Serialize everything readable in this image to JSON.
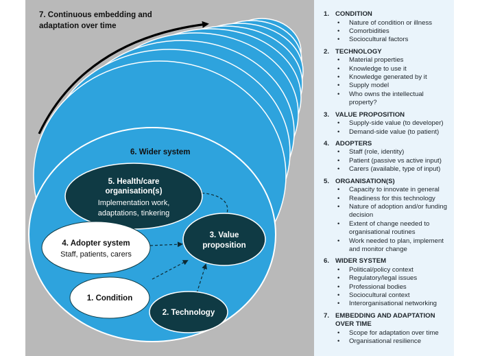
{
  "diagram": {
    "embedding_title": [
      "7. Continuous embedding and",
      "adaptation over time"
    ],
    "wider_system_label": "6. Wider system",
    "health_care": {
      "title": [
        "5. Health/care",
        "organisation(s)"
      ],
      "body": [
        "Implementation work,",
        "adaptations, tinkering"
      ]
    },
    "value_proposition": [
      "3. Value",
      "proposition"
    ],
    "adopter_system": {
      "title": "4. Adopter system",
      "body": "Staff, patients, carers"
    },
    "condition": "1. Condition",
    "technology": "2. Technology",
    "colors": {
      "background": "#b9b9b9",
      "disc_fill": "#2ea3dd",
      "disc_stroke": "#ffffff",
      "dark_ellipse": "#0f3a44",
      "white_ellipse": "#ffffff"
    }
  },
  "framework": [
    {
      "num": "1.",
      "title": [
        "CONDITION"
      ],
      "items": [
        [
          "Nature of condition or illness"
        ],
        [
          "Comorbidities"
        ],
        [
          "Sociocultural factors"
        ]
      ]
    },
    {
      "num": "2.",
      "title": [
        "TECHNOLOGY"
      ],
      "items": [
        [
          "Material properties"
        ],
        [
          "Knowledge to use it"
        ],
        [
          "Knowledge generated by it"
        ],
        [
          "Supply model"
        ],
        [
          "Who owns the intellectual",
          "property?"
        ]
      ]
    },
    {
      "num": "3.",
      "title": [
        "VALUE PROPOSITION"
      ],
      "items": [
        [
          "Supply-side value (to developer)"
        ],
        [
          "Demand-side value (to patient)"
        ]
      ]
    },
    {
      "num": "4.",
      "title": [
        "ADOPTERS"
      ],
      "items": [
        [
          "Staff (role, identity)"
        ],
        [
          "Patient (passive vs active input)"
        ],
        [
          "Carers (available, type of input)"
        ]
      ]
    },
    {
      "num": "5.",
      "title": [
        "ORGANISATION(S)"
      ],
      "items": [
        [
          "Capacity to innovate in general"
        ],
        [
          "Readiness for this technology"
        ],
        [
          "Nature of adoption and/or funding",
          "decision"
        ],
        [
          "Extent of change needed to",
          "organisational routines"
        ],
        [
          "Work needed to plan, implement",
          "and monitor change"
        ]
      ]
    },
    {
      "num": "6.",
      "title": [
        "WIDER SYSTEM"
      ],
      "items": [
        [
          "Political/policy context"
        ],
        [
          "Regulatory/legal issues"
        ],
        [
          "Professional bodies"
        ],
        [
          "Sociocultural context"
        ],
        [
          "Interorganisational networking"
        ]
      ]
    },
    {
      "num": "7.",
      "title": [
        "EMBEDDING AND ADAPTATION",
        "OVER TIME"
      ],
      "items": [
        [
          "Scope for adaptation over time"
        ],
        [
          "Organisational resilience"
        ]
      ]
    }
  ]
}
